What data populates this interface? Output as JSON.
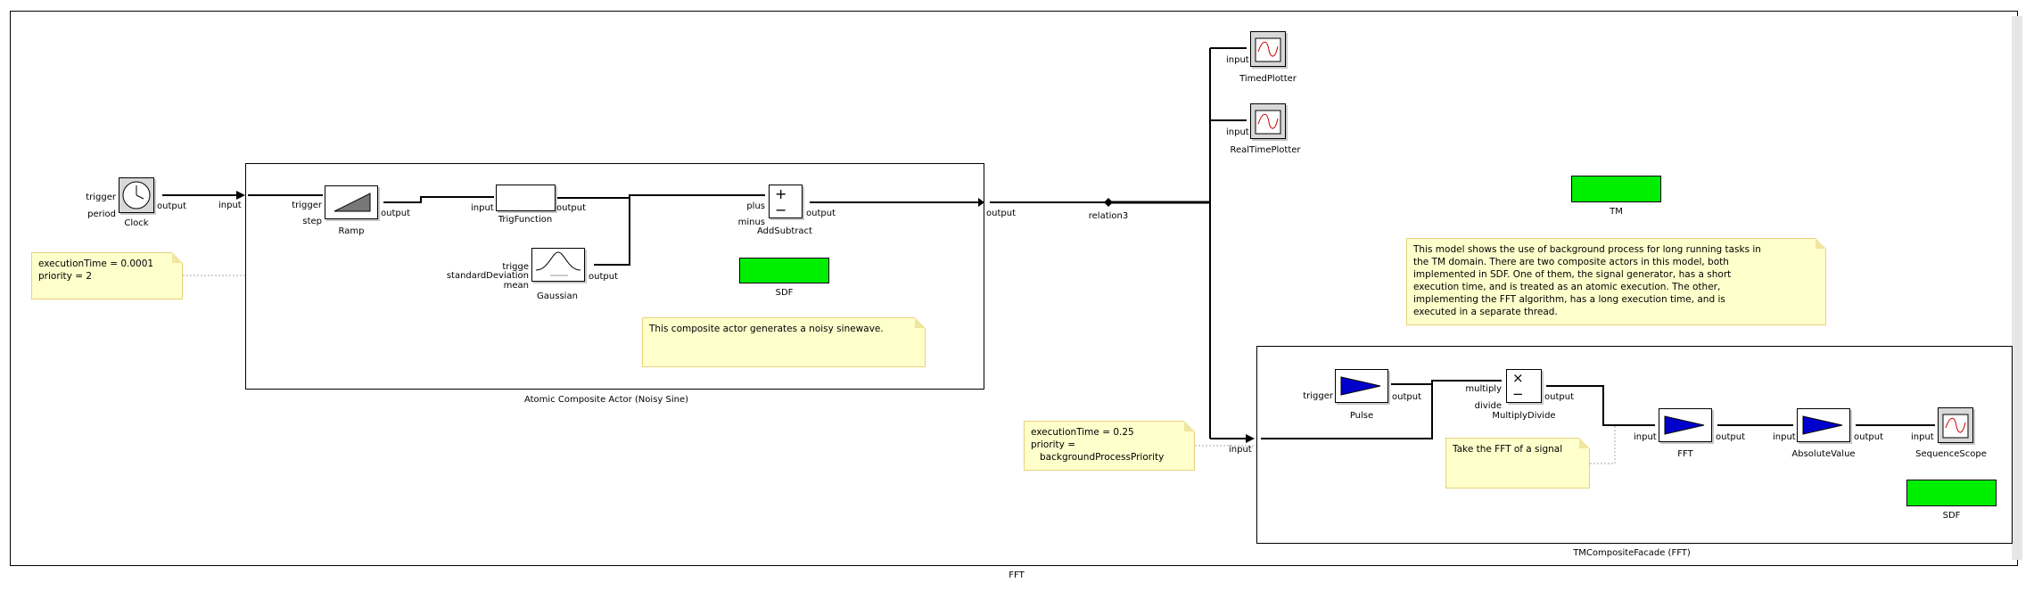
{
  "model_name": "FFT",
  "directors": {
    "main": "SDF",
    "top_right": "TM",
    "facade": "SDF"
  },
  "composites": {
    "noisy_sine": "Atomic Composite Actor (Noisy Sine)",
    "fft": "TMCompositeFacade (FFT)"
  },
  "actors": {
    "clock": "Clock",
    "ramp": "Ramp",
    "trig": "TrigFunction",
    "gaussian": "Gaussian",
    "add_subtract": "AddSubtract",
    "timed_plotter": "TimedPlotter",
    "realtime_plotter": "RealTimePlotter",
    "pulse": "Pulse",
    "multiply_divide": "MultiplyDivide",
    "fft": "FFT",
    "absolute_value": "AbsoluteValue",
    "sequence_scope": "SequenceScope"
  },
  "relation": "relation3",
  "ports": {
    "trigger": "trigger",
    "trigger_trunc": "trigge",
    "period": "period",
    "output": "output",
    "input": "input",
    "step": "step",
    "plus": "plus",
    "minus": "minus",
    "standard_deviation": "standardDeviation",
    "mean": "mean",
    "multiply": "multiply",
    "divide": "divide"
  },
  "notes": {
    "clock_params": "executionTime = 0.0001\npriority = 2",
    "noisy_sine": "This composite actor generates a noisy sinewave.",
    "model_description": "This model shows the use of background process for long running tasks in\nthe TM domain. There are two composite actors in this model, both\nimplemented in SDF. One of them, the signal generator, has a short\nexecution time, and is treated as an atomic execution. The other,\nimplementing the FFT algorithm, has a long execution time, and is\nexecuted in a separate thread.",
    "fft_params": "executionTime = 0.25\npriority =\n   backgroundProcessPriority",
    "fft_note": "Take the FFT of a signal"
  },
  "colors": {
    "director": "#00ee00",
    "note_bg": "#ffffcc",
    "triangle_icon": "#0000cc",
    "plot_line": "#cc0000"
  }
}
